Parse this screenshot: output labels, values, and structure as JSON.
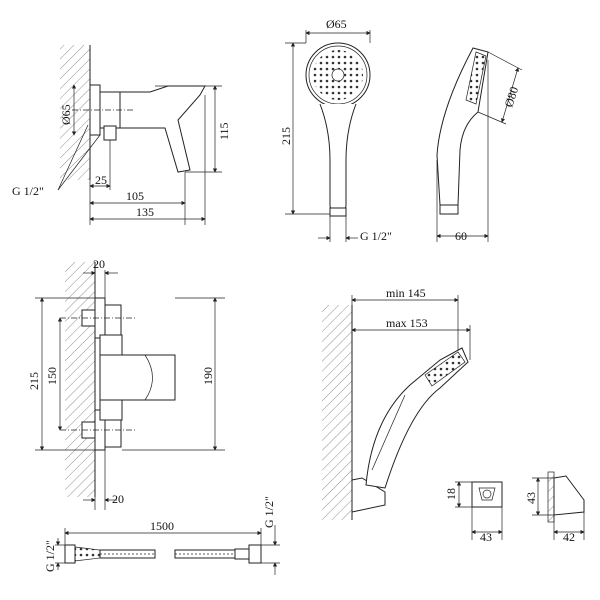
{
  "labels": {
    "mixer_diameter": "Ø65",
    "mixer_height": "115",
    "mixer_thread": "G 1/2\"",
    "mixer_d25": "25",
    "mixer_d105": "105",
    "mixer_d135": "135",
    "shower_diameter": "Ø65",
    "shower_length": "215",
    "shower_thread": "G 1/2\"",
    "shower_head_diameter": "Ø80",
    "shower_side_width": "60",
    "front_top_20": "20",
    "front_215": "215",
    "front_150": "150",
    "front_190": "190",
    "front_bottom_20": "20",
    "hose_length": "1500",
    "hose_thread_left": "G 1/2\"",
    "hose_thread_right": "G 1/2\"",
    "holder_min": "min 145",
    "holder_max": "max 153",
    "bracket_height": "18",
    "bracket_width": "43",
    "bracket_side_height": "43",
    "bracket_side_depth": "42"
  }
}
